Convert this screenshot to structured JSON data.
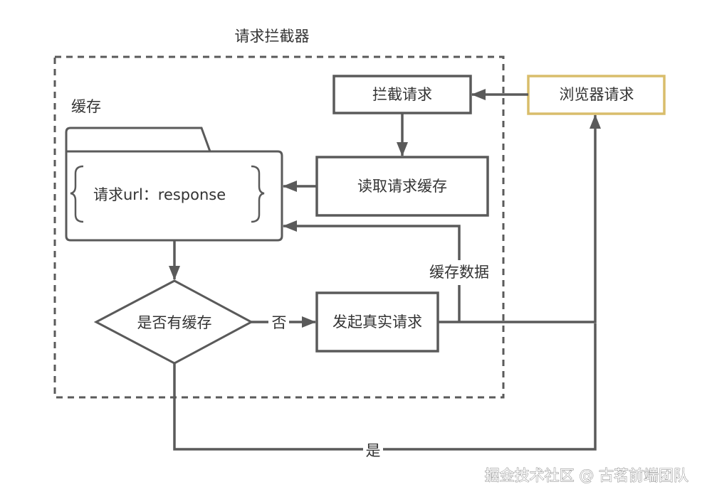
{
  "diagram": {
    "title": "请求拦截器",
    "colors": {
      "line": "#5a5a5a",
      "text": "#333333",
      "browser_border": "#d9bd6b",
      "background": "#ffffff"
    },
    "cache_group": {
      "label": "缓存",
      "content_open_brace": "{",
      "content_text": "请求url：response",
      "content_close_brace": "}"
    },
    "nodes": {
      "browser_request": "浏览器请求",
      "intercept_request": "拦截请求",
      "read_cache": "读取请求缓存",
      "has_cache": "是否有缓存",
      "real_request": "发起真实请求"
    },
    "edges": [
      {
        "from": "browser_request",
        "to": "intercept_request",
        "label": ""
      },
      {
        "from": "intercept_request",
        "to": "read_cache",
        "label": ""
      },
      {
        "from": "read_cache",
        "to": "cache_group",
        "label": ""
      },
      {
        "from": "cache_group",
        "to": "has_cache",
        "label": ""
      },
      {
        "from": "has_cache",
        "to": "real_request",
        "label": "否"
      },
      {
        "from": "real_request",
        "to": "cache_group",
        "label": "缓存数据"
      },
      {
        "from": "real_request",
        "to": "browser_request",
        "label": ""
      },
      {
        "from": "has_cache",
        "to": "browser_request",
        "label": "是"
      }
    ],
    "edge_labels": {
      "no": "否",
      "yes": "是",
      "cache_data": "缓存数据"
    },
    "watermark": "掘金技术社区 @ 古茗前端团队"
  }
}
